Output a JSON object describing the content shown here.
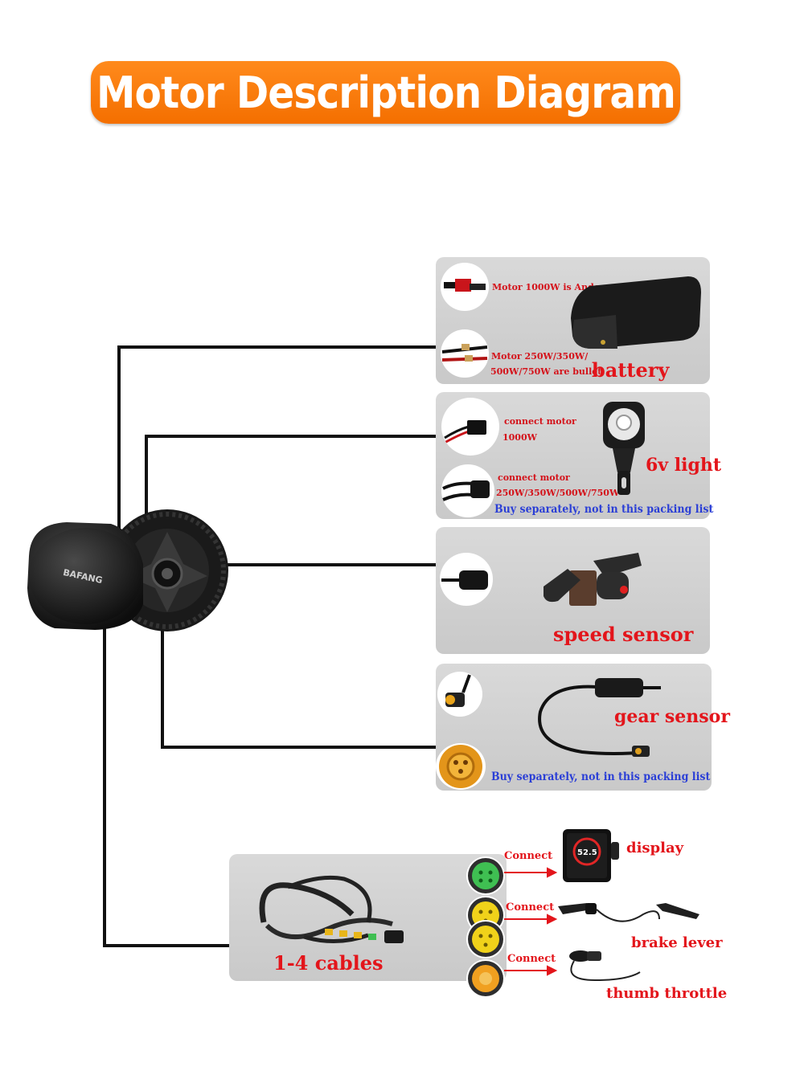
{
  "title": "Motor Description Diagram",
  "battery": {
    "note_anderson": "Motor 1000W  is  Anderson",
    "note_bullet_1": "Motor 250W/350W/",
    "note_bullet_2": "500W/750W are bullet",
    "label": "battery"
  },
  "light": {
    "note_1000_a": "connect motor",
    "note_1000_b": "1000W",
    "note_small_a": "connect motor",
    "note_small_b": "250W/350W/500W/750W",
    "label": "6v light",
    "buy_note": "Buy separately, not in this packing list"
  },
  "speed_sensor": {
    "label": "speed sensor"
  },
  "gear_sensor": {
    "label": "gear sensor",
    "buy_note": "Buy separately, not in this packing list"
  },
  "cables": {
    "label": "1-4 cables",
    "connect_1": "Connect",
    "connect_2": "Connect",
    "connect_3": "Connect",
    "display_label": "display",
    "display_reading": "52.5",
    "brake_label": "brake lever",
    "throttle_label": "thumb throttle"
  },
  "motor": {
    "brand": "BAFANG"
  },
  "colors": {
    "accent_orange": "#f57a0b",
    "label_red": "#e3151b",
    "note_blue": "#2b3fd6",
    "panel_gray": "#d0d0d0",
    "connector_green": "#3fbf52",
    "connector_yellow": "#f0d21a",
    "connector_orange": "#f0a020"
  }
}
